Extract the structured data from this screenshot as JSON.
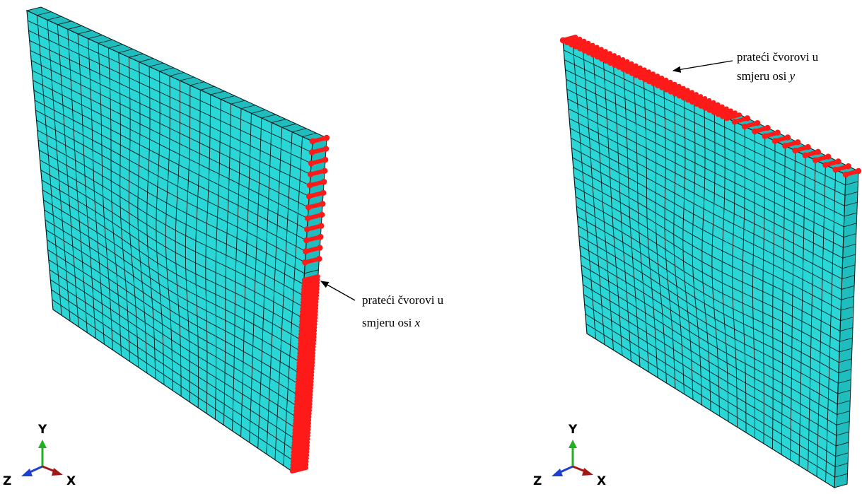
{
  "panels": [
    {
      "id": "left",
      "annotation": {
        "line1": "prateći čvorovi u",
        "line2_prefix": "smjeru osi ",
        "line2_axis": "x"
      },
      "highlighted_edge": "right vertical edge"
    },
    {
      "id": "right",
      "annotation": {
        "line1": "prateći čvorovi u",
        "line2_prefix": "smjeru osi ",
        "line2_axis": "y"
      },
      "highlighted_edge": "top edge"
    }
  ],
  "triad": {
    "y_label": "Y",
    "z_label": "Z",
    "x_label": "X"
  },
  "colors": {
    "mesh_fill": "#2BD6D6",
    "mesh_side": "#1FBDBD",
    "mesh_line": "#0d1a1a",
    "node_marker": "#FF1A1A",
    "axis_y": "#22B022",
    "axis_z": "#1F3FD0",
    "axis_x": "#A01818"
  }
}
